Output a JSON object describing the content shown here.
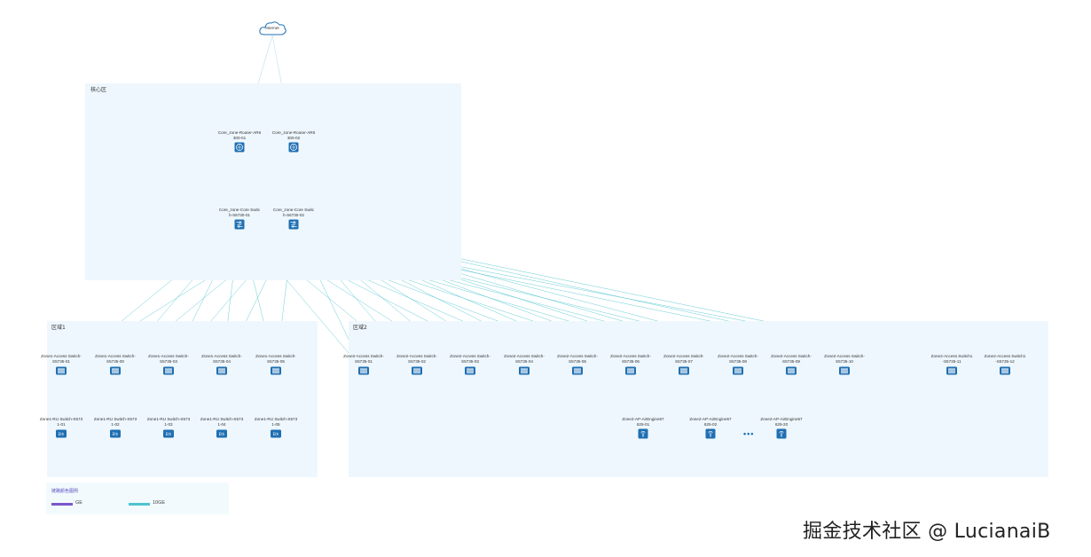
{
  "cloud": {
    "label": "Internet"
  },
  "zones": {
    "core": {
      "label": "核心区"
    },
    "zone1": {
      "label": "区域1"
    },
    "zone2": {
      "label": "区域2"
    }
  },
  "core_routers": [
    {
      "label": "Core_zone-Router-AR6\n300-01"
    },
    {
      "label": "Core_zone-Router-AR6\n300-02"
    }
  ],
  "core_switches": [
    {
      "label": "Core_zone-Core Switc\nh-S6730-01"
    },
    {
      "label": "Core_zone-Core Switc\nh-S6730-02"
    }
  ],
  "zone1_access": [
    {
      "label": "Zone1-Access Switch-\nS5735-01"
    },
    {
      "label": "Zone1-Access Switch-\nS5735-00"
    },
    {
      "label": "Zone1-Access Switch-\nS5735-03"
    },
    {
      "label": "Zone1-Access Switch-\nS5735-04"
    },
    {
      "label": "Zone1-Access Switch-\nS5735-05"
    }
  ],
  "zone1_ru": [
    {
      "label": "Zone1-RU Switch-S573\n1-01"
    },
    {
      "label": "Zone1-RU Switch-S573\n1-02"
    },
    {
      "label": "Zone1-RU Switch-S573\n1-03"
    },
    {
      "label": "Zone1-RU Switch-S573\n1-04"
    },
    {
      "label": "Zone1-RU Switch-S573\n1-05"
    }
  ],
  "zone2_access": [
    {
      "label": "Zone2-Access Switch-\nS5735-01"
    },
    {
      "label": "Zone2-Access Switch-\nS5735-02"
    },
    {
      "label": "Zone2-Access Switch-\nS5735-03"
    },
    {
      "label": "Zone2-Access Switch-\nS5735-04"
    },
    {
      "label": "Zone2-Access Switch-\nS5735-05"
    },
    {
      "label": "Zone2-Access Switch-\nS5735-06"
    },
    {
      "label": "Zone2-Access Switch-\nS5735-07"
    },
    {
      "label": "Zone2-Access Switch-\nS5735-08"
    },
    {
      "label": "Zone2-Access Switch-\nS5735-09"
    },
    {
      "label": "Zone2-Access Switch-\nS5735-10"
    },
    {
      "label": "Zone2-Access Switch1\n-S5735-11"
    },
    {
      "label": "Zone2-Access Switch1\n-S5735-12"
    }
  ],
  "zone2_aps": [
    {
      "label": "Zone2-AP-AirEngine57\n625-01"
    },
    {
      "label": "Zone2-AP-AirEngine57\n625-02"
    },
    {
      "label": "Zone2-AP-AirEngine57\n625-20"
    }
  ],
  "ellipsis": "•••",
  "legend": {
    "title": "链路颜色图例",
    "items": [
      {
        "label": "GE",
        "color": "#7b57c9"
      },
      {
        "label": "10GE",
        "color": "#4fc3cf"
      }
    ]
  },
  "colors": {
    "ge": "#7b57c9",
    "tenge": "#4fc3cf",
    "device": "#1f6fb3",
    "zone_bg": "#eef7fd"
  },
  "watermark": "掘金技术社区 @ LucianaiB"
}
